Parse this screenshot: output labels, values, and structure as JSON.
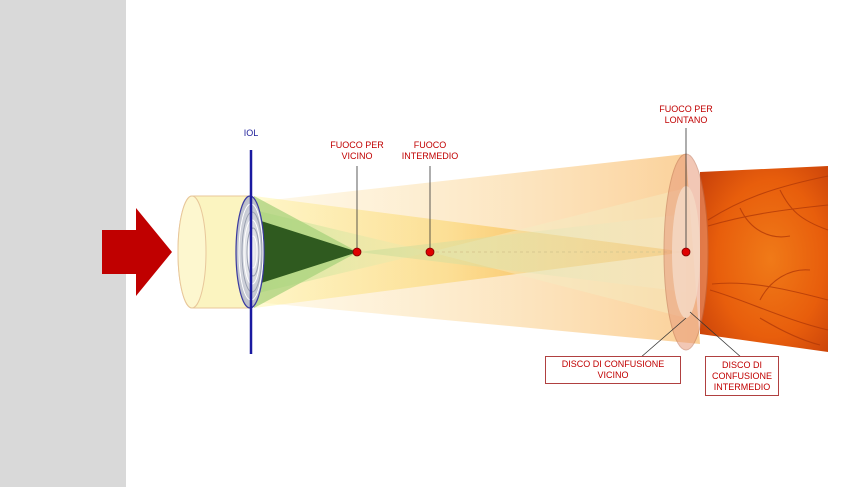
{
  "labels": {
    "iol": "IOL",
    "near_focus": "FUOCO PER\nVICINO",
    "intermediate_focus": "FUOCO\nINTERMEDIO",
    "far_focus": "FUOCO PER\nLONTANO",
    "near_disc": "DISCO DI CONFUSIONE\nVICINO",
    "intermediate_disc": "DISCO DI\nCONFUSIONE\nINTERMEDIO"
  },
  "colors": {
    "sidebar": "#d9d9d9",
    "arrow": "#c00000",
    "iol_line": "#1a1aa0",
    "focus_point": "#e00000",
    "near_cone": "#2f5a1f",
    "label_text": "#c00000",
    "retina": "#e8640a"
  }
}
